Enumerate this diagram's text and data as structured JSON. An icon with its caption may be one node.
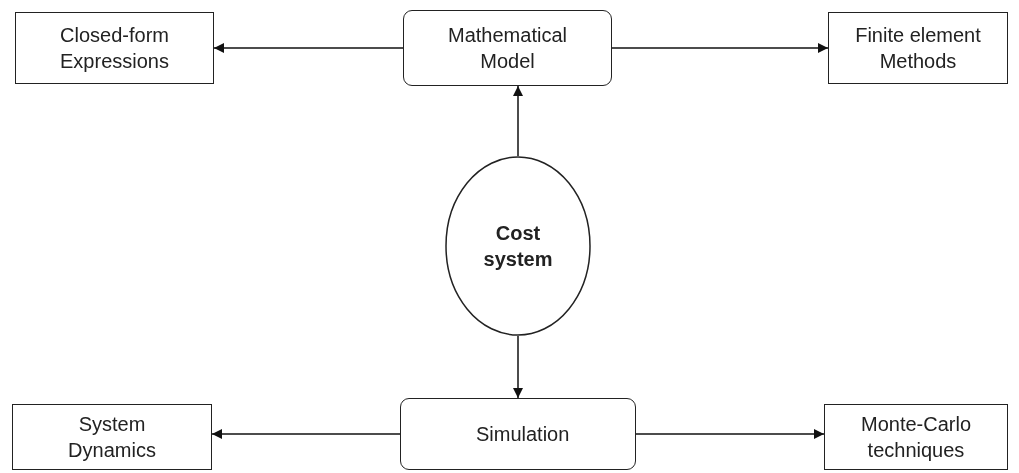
{
  "diagram": {
    "nodes": [
      {
        "text": [
          "Closed-form Expressions"
        ]
      },
      {
        "text": [
          "Mathematical Model"
        ]
      },
      {
        "text": [
          "Finite element Methods"
        ]
      },
      {
        "text": [
          "Cost system"
        ]
      },
      {
        "text": [
          "System Dynamics"
        ]
      },
      {
        "text": [
          "Simulation"
        ]
      },
      {
        "text": [
          "Monte-Carlo techniques"
        ]
      }
    ],
    "edges": [
      {
        "from": 1,
        "to": 0,
        "arrow": "to"
      },
      {
        "from": 1,
        "to": 2,
        "arrow": "to"
      },
      {
        "from": 3,
        "to": 1,
        "arrow": "to"
      },
      {
        "from": 3,
        "to": 5,
        "arrow": "to"
      },
      {
        "from": 5,
        "to": 4,
        "arrow": "to"
      },
      {
        "from": 5,
        "to": 6,
        "arrow": "to"
      }
    ]
  }
}
